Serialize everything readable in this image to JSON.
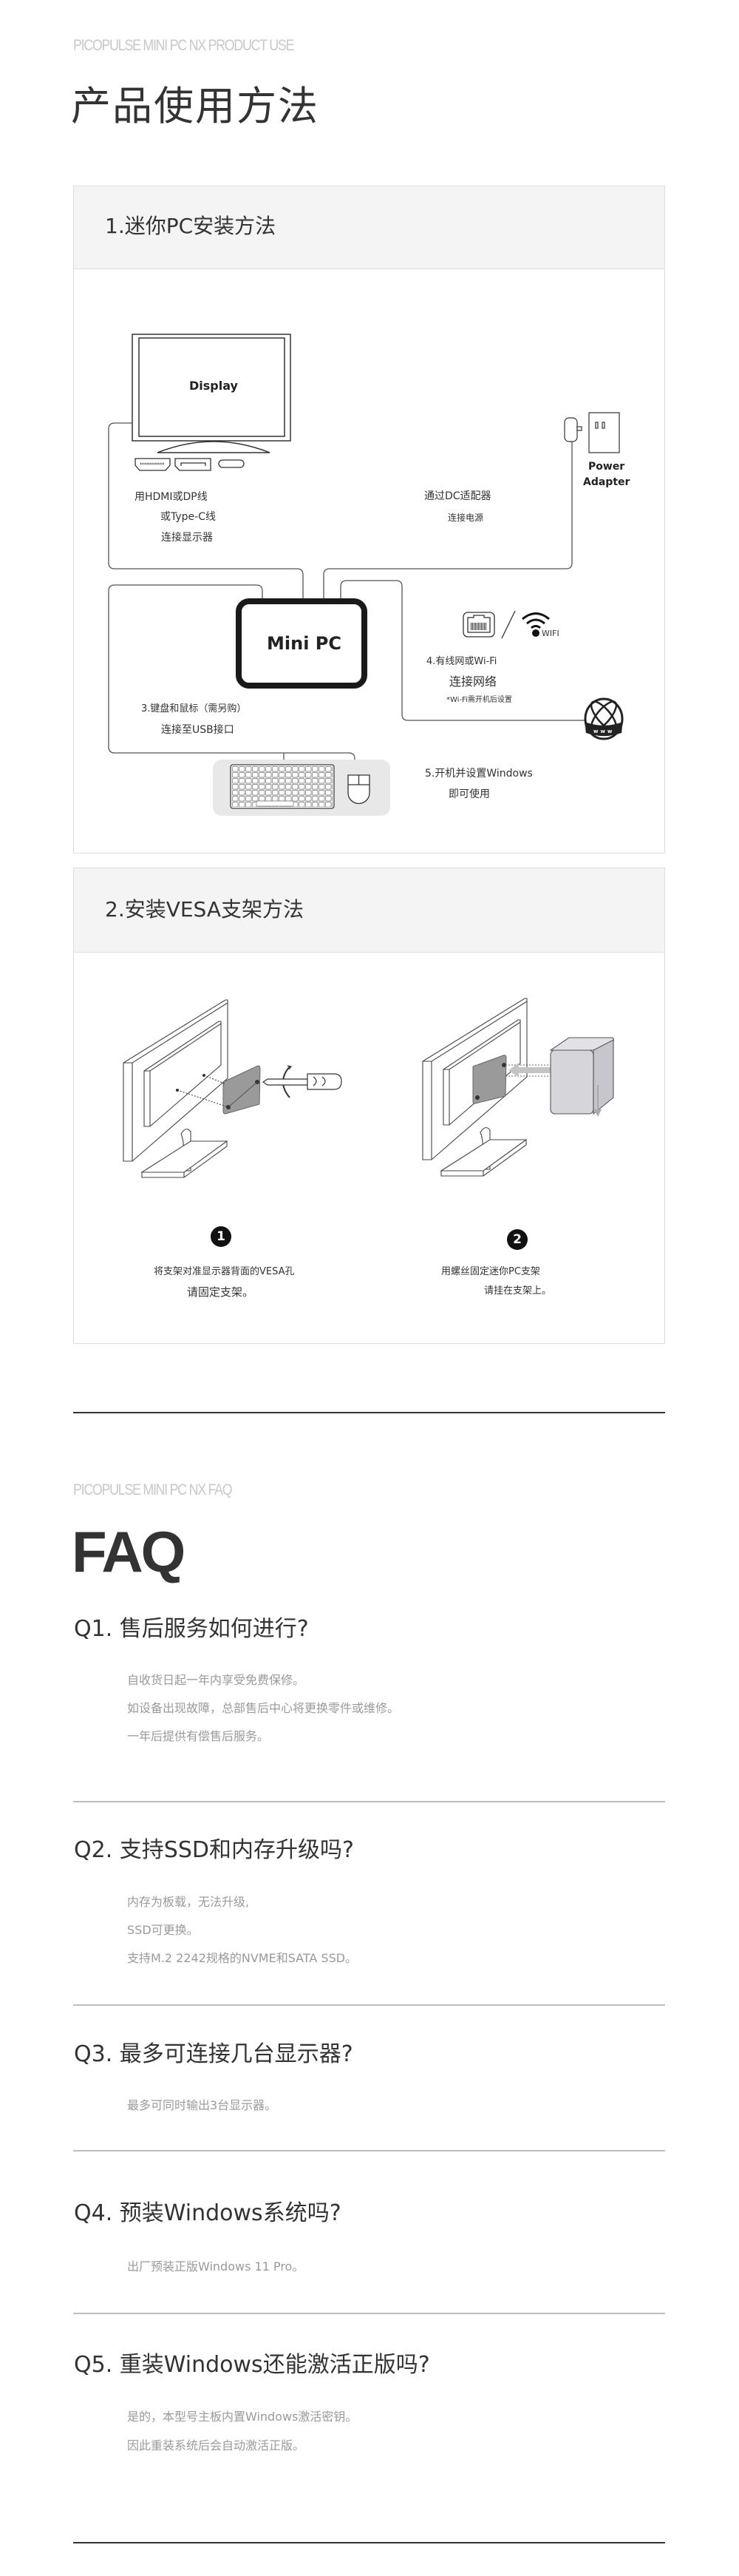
{
  "usage": {
    "eyebrow": "PICOPULSE MINI PC NX PRODUCT USE",
    "title": "产品使用方法",
    "section1": {
      "title": "1.迷你PC安装方法",
      "display_label": "Display",
      "minipc_label": "Mini PC",
      "power_adapter": [
        "Power",
        "Adapter"
      ],
      "wifi_label": "WIFI",
      "step_display": [
        "用HDMI或DP线",
        "或Type-C线",
        "连接显示器"
      ],
      "step_power": [
        "通过DC适配器",
        "连接电源"
      ],
      "step_network": [
        "4.有线网或Wi-Fi",
        "连接网络",
        "*Wi-Fi需开机后设置"
      ],
      "step_keyboard": [
        "3.键盘和鼠标（需另购）",
        "连接至USB接口"
      ],
      "step_boot": [
        "5.开机并设置Windows",
        "即可使用"
      ],
      "globe_text": "www"
    },
    "section2": {
      "title": "2.安装VESA支架方法",
      "steps": [
        {
          "number": "1",
          "lines": [
            "将支架对准显示器背面的VESA孔",
            "请固定支架。"
          ]
        },
        {
          "number": "2",
          "lines": [
            "用螺丝固定迷你PC支架",
            "请挂在支架上。"
          ]
        }
      ]
    }
  },
  "faq": {
    "eyebrow": "PICOPULSE MINI PC NX FAQ",
    "title": "FAQ",
    "items": [
      {
        "q": "Q1. 售后服务如何进行?",
        "a": [
          "自收货日起一年内享受免费保修。",
          "如设备出现故障，总部售后中心将更换零件或维修。",
          "一年后提供有偿售后服务。"
        ]
      },
      {
        "q": "Q2. 支持SSD和内存升级吗?",
        "a": [
          "内存为板载，无法升级,",
          "SSD可更换。",
          "支持M.2 2242规格的NVME和SATA SSD。"
        ]
      },
      {
        "q": "Q3. 最多可连接几台显示器?",
        "a": [
          "最多可同时输出3台显示器。"
        ]
      },
      {
        "q": "Q4. 预装Windows系统吗?",
        "a": [
          "出厂预装正版Windows 11 Pro。"
        ]
      },
      {
        "q": "Q5. 重装Windows还能激活正版吗?",
        "a": [
          "是的，本型号主板内置Windows激活密钥。",
          "因此重装系统后会自动激活正版。"
        ]
      }
    ]
  },
  "colors": {
    "text": "#333333",
    "muted": "#9a9a9a",
    "header_bg": "#f4f4f4",
    "divider": "#bdbdbd"
  }
}
